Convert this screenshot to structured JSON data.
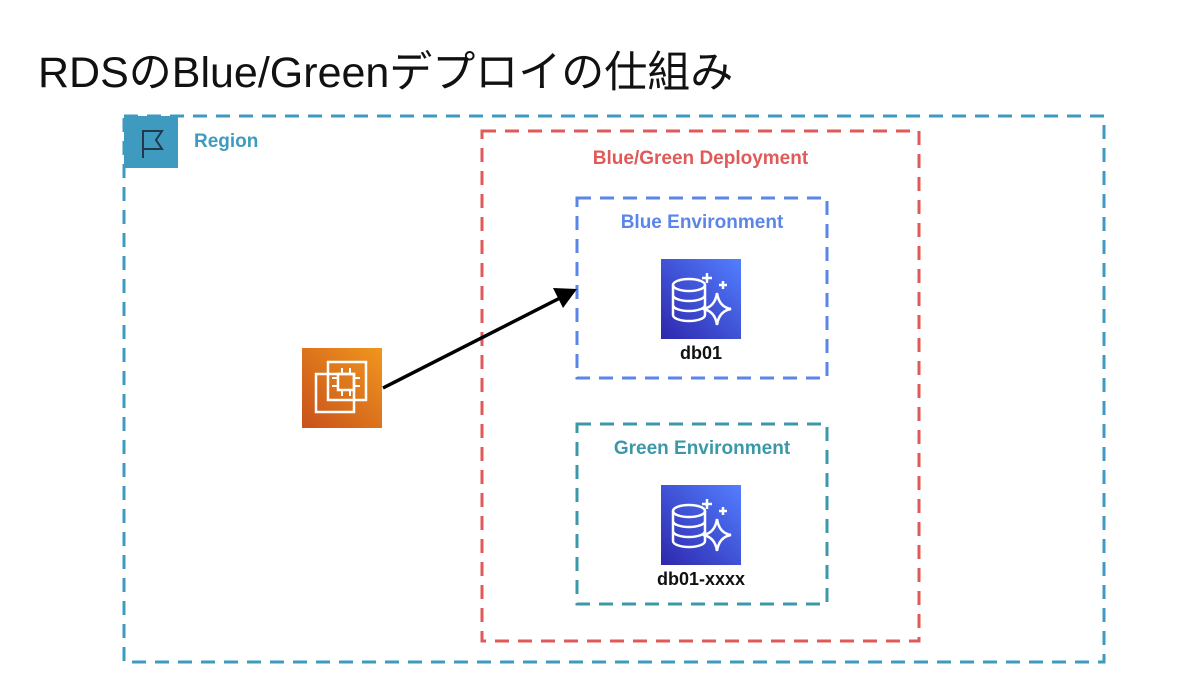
{
  "title": "RDSのBlue/Greenデプロイの仕組み",
  "region": {
    "label": "Region",
    "icon": "flag-icon",
    "color": "#3e9bbf"
  },
  "deployment": {
    "label": "Blue/Green Deployment",
    "color": "#e05a5a"
  },
  "blue_env": {
    "label": "Blue Environment",
    "color": "#5b85e8",
    "db_label": "db01",
    "db_icon": "rds-database-icon"
  },
  "green_env": {
    "label": "Green Environment",
    "color": "#3c98a8",
    "db_label": "db01-xxxx",
    "db_icon": "rds-database-icon"
  },
  "ec2": {
    "icon": "ec2-instance-icon",
    "color": "#e07b22"
  },
  "connection": {
    "from": "ec2",
    "to": "blue_env"
  }
}
